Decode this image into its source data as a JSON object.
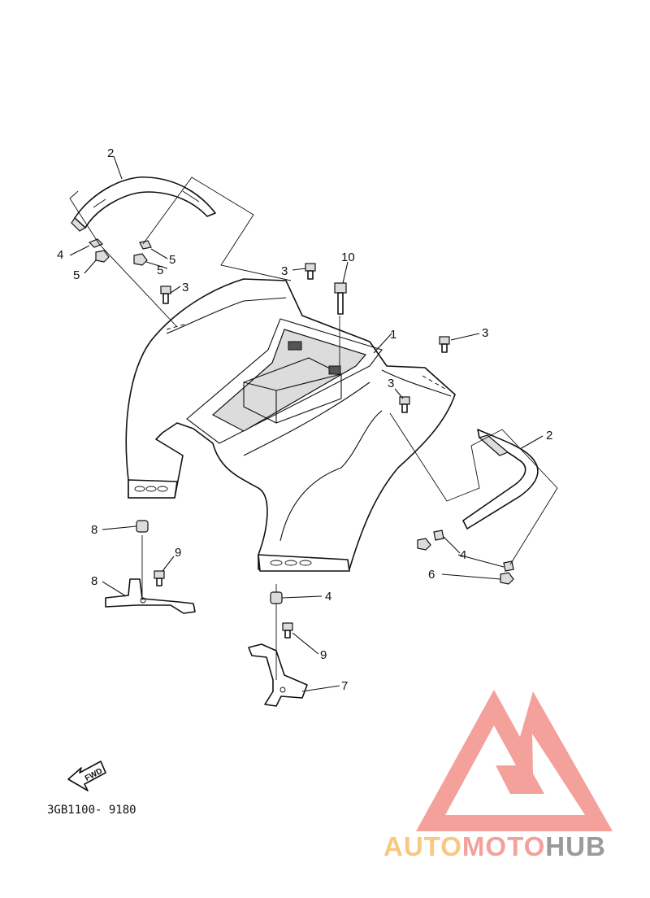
{
  "diagram": {
    "part_code": "3GB1100- 9180",
    "fwd_label": "FWD",
    "callouts": [
      {
        "id": "c1",
        "text": "1"
      },
      {
        "id": "c2a",
        "text": "2"
      },
      {
        "id": "c2b",
        "text": "2"
      },
      {
        "id": "c3a",
        "text": "3"
      },
      {
        "id": "c3b",
        "text": "3"
      },
      {
        "id": "c3c",
        "text": "3"
      },
      {
        "id": "c3d",
        "text": "3"
      },
      {
        "id": "c4a",
        "text": "4"
      },
      {
        "id": "c4b",
        "text": "4"
      },
      {
        "id": "c4c",
        "text": "4"
      },
      {
        "id": "c5a",
        "text": "5"
      },
      {
        "id": "c5b",
        "text": "5"
      },
      {
        "id": "c5c",
        "text": "5"
      },
      {
        "id": "c6",
        "text": "6"
      },
      {
        "id": "c7",
        "text": "7"
      },
      {
        "id": "c8a",
        "text": "8"
      },
      {
        "id": "c8b",
        "text": "8"
      },
      {
        "id": "c9a",
        "text": "9"
      },
      {
        "id": "c9b",
        "text": "9"
      },
      {
        "id": "c10",
        "text": "10"
      }
    ]
  },
  "watermark": {
    "part1": "AUTO",
    "part2": "MOTO",
    "part3": "HUB",
    "colors": {
      "logo": "#f4a19c",
      "auto": "#f7c882",
      "moto": "#f4a19c",
      "hub": "#9a9a9a"
    }
  }
}
